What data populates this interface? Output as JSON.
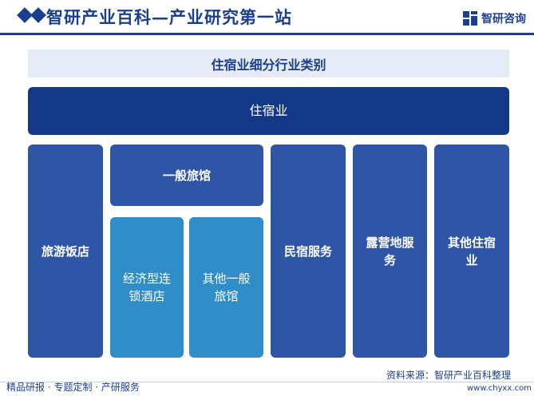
{
  "header": {
    "title": "智研产业百科—产业研究第一站",
    "brand_name": "智研咨询"
  },
  "subtitle": "住宿业细分行业类别",
  "diagram": {
    "root": "住宿业",
    "categories": [
      {
        "label": "旅游饭店"
      },
      {
        "label": "一般旅馆",
        "children": [
          "经济型连锁酒店",
          "其他一般旅馆"
        ]
      },
      {
        "label": "民宿服务"
      },
      {
        "label": "露营地服务"
      },
      {
        "label": "其他住宿业"
      }
    ]
  },
  "footer": {
    "tagline": "精品研报 · 专题定制 · 产研服务",
    "source": "资料来源：智研产业百科整理",
    "url": "www.chyxx.com"
  },
  "colors": {
    "primary": "#1b3f8f",
    "root_box": "#143888",
    "category_box": "#2f55a6",
    "subcategory_box": "#2f8dc8",
    "subtitle_bg": "#e4ebf7"
  },
  "icons": [
    "diamond-icon",
    "zhiyan-logo-icon"
  ]
}
